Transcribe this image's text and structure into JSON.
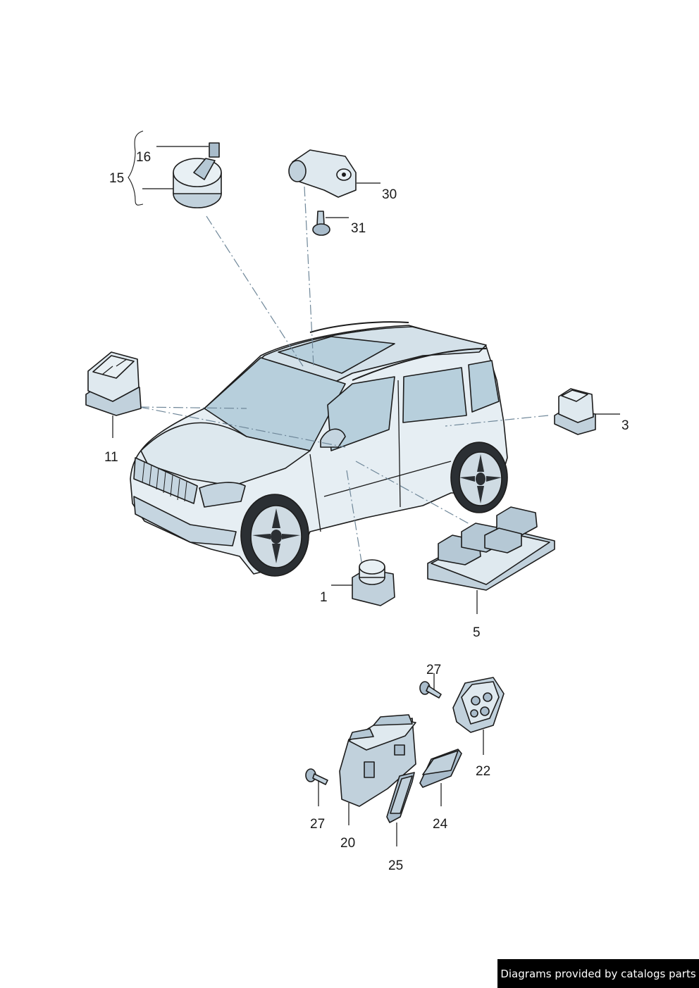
{
  "diagram": {
    "callouts": {
      "c1": "1",
      "c3": "3",
      "c5": "5",
      "c11": "11",
      "c15": "15",
      "c16": "16",
      "c20": "20",
      "c22": "22",
      "c24": "24",
      "c25": "25",
      "c27a": "27",
      "c27b": "27",
      "c30": "30",
      "c31": "31"
    },
    "colors": {
      "part_fill": "#dfe9ef",
      "part_shade": "#a9bccb",
      "glass": "#b7cfdc",
      "outline": "#1c1c1c",
      "leader": "#6f8799"
    }
  },
  "footer": {
    "banner_text": "Diagrams provided by catalogs parts"
  }
}
